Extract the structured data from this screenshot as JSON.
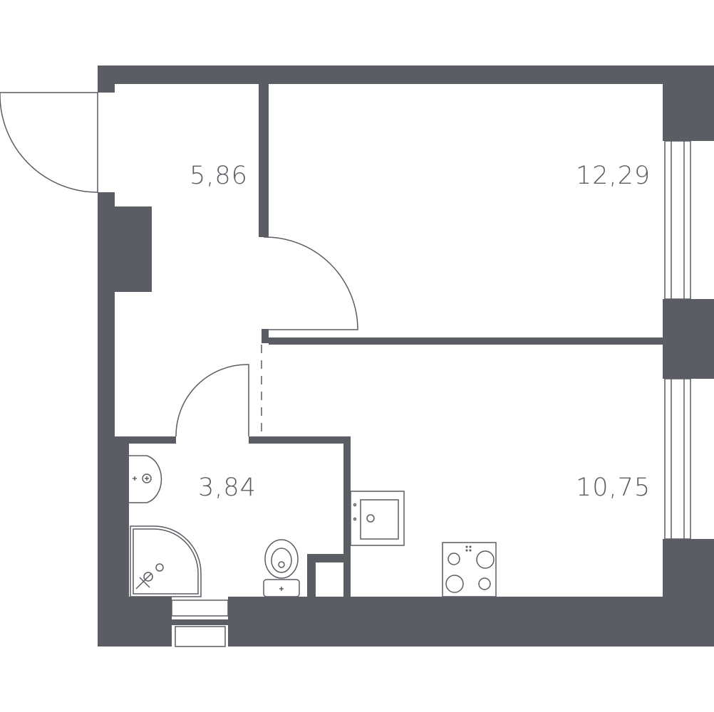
{
  "colors": {
    "wall": "#5a5d63",
    "background": "#ffffff"
  },
  "rooms": [
    {
      "id": "hall",
      "area": "5,86"
    },
    {
      "id": "bedroom",
      "area": "12,29"
    },
    {
      "id": "bathroom",
      "area": "3,84"
    },
    {
      "id": "kitchen-living",
      "area": "10,75"
    }
  ],
  "fixtures": [
    "washbasin",
    "shower-cabin",
    "toilet",
    "kitchen-sink",
    "cooktop",
    "ventilation-shaft"
  ]
}
